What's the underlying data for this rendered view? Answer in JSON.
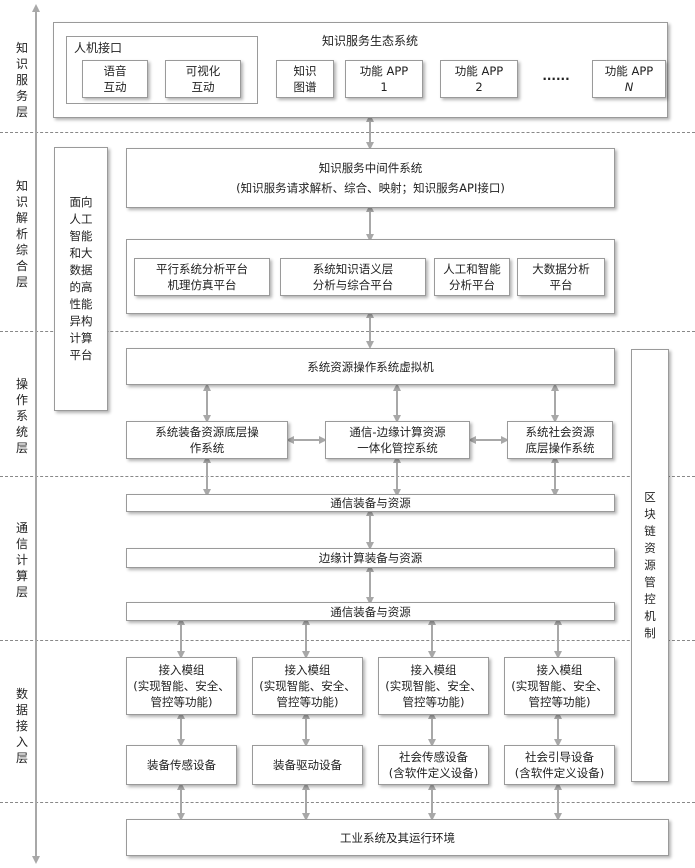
{
  "layers": {
    "knowledge_service": "知识服务层",
    "knowledge_analysis": "知识解析综合层",
    "operating_system": "操作系统层",
    "comm_compute": "通信计算层",
    "data_access": "数据接入层"
  },
  "ecosystem": {
    "title": "知识服务生态系统",
    "hmi_title": "人机接口",
    "voice": "语音\n互动",
    "visual": "可视化\n互动",
    "kg": "知识\n图谱",
    "app1_name": "功能 APP",
    "app1_num": "1",
    "app2_name": "功能 APP",
    "app2_num": "2",
    "ellipsis": "······",
    "appn_name": "功能 APP",
    "appn_num": "N"
  },
  "analysis": {
    "hpc": "面向\n人工\n智能\n和大\n数据\n的高\n性能\n异构\n计算\n平台",
    "middleware_title": "知识服务中间件系统",
    "middleware_sub": "(知识服务请求解析、综合、映射；知识服务API接口)",
    "parallel": "平行系统分析平台\n机理仿真平台",
    "semantic": "系统知识语义层\n分析与综合平台",
    "ai": "人工和智能\n分析平台",
    "bigdata": "大数据分析\n平台"
  },
  "os": {
    "vm": "系统资源操作系统虚拟机",
    "equip_os": "系统装备资源底层操\n作系统",
    "edge_os": "通信-边缘计算资源\n一体化管控系统",
    "social_os": "系统社会资源\n底层操作系统"
  },
  "comm": {
    "comm1": "通信装备与资源",
    "edge": "边缘计算装备与资源",
    "comm2": "通信装备与资源"
  },
  "blockchain": "区\n块\n链\n资\n源\n管\n控\n机\n制",
  "access": {
    "module": "接入模组\n(实现智能、安全、\n管控等功能)",
    "sensing": "装备传感设备",
    "driving": "装备驱动设备",
    "social_sensing": "社会传感设备\n(含软件定义设备)",
    "social_guide": "社会引导设备\n(含软件定义设备)"
  },
  "industry": "工业系统及其运行环境",
  "colors": {
    "arrow": "#a8a8a8",
    "border": "#9a9a9a",
    "dash": "#888888"
  }
}
